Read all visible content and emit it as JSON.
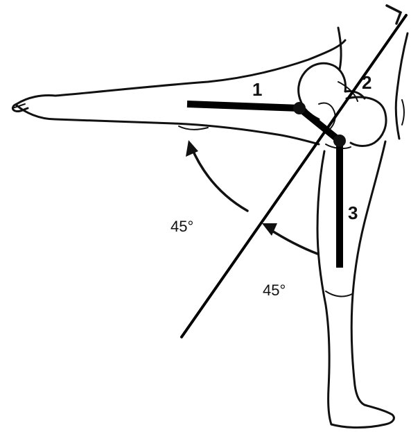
{
  "labels": {
    "segment_1": "1",
    "segment_2": "2",
    "segment_3": "3",
    "angle_upper": "45°",
    "angle_lower": "45°"
  },
  "colors": {
    "ink": "#111111",
    "background": "#ffffff"
  }
}
